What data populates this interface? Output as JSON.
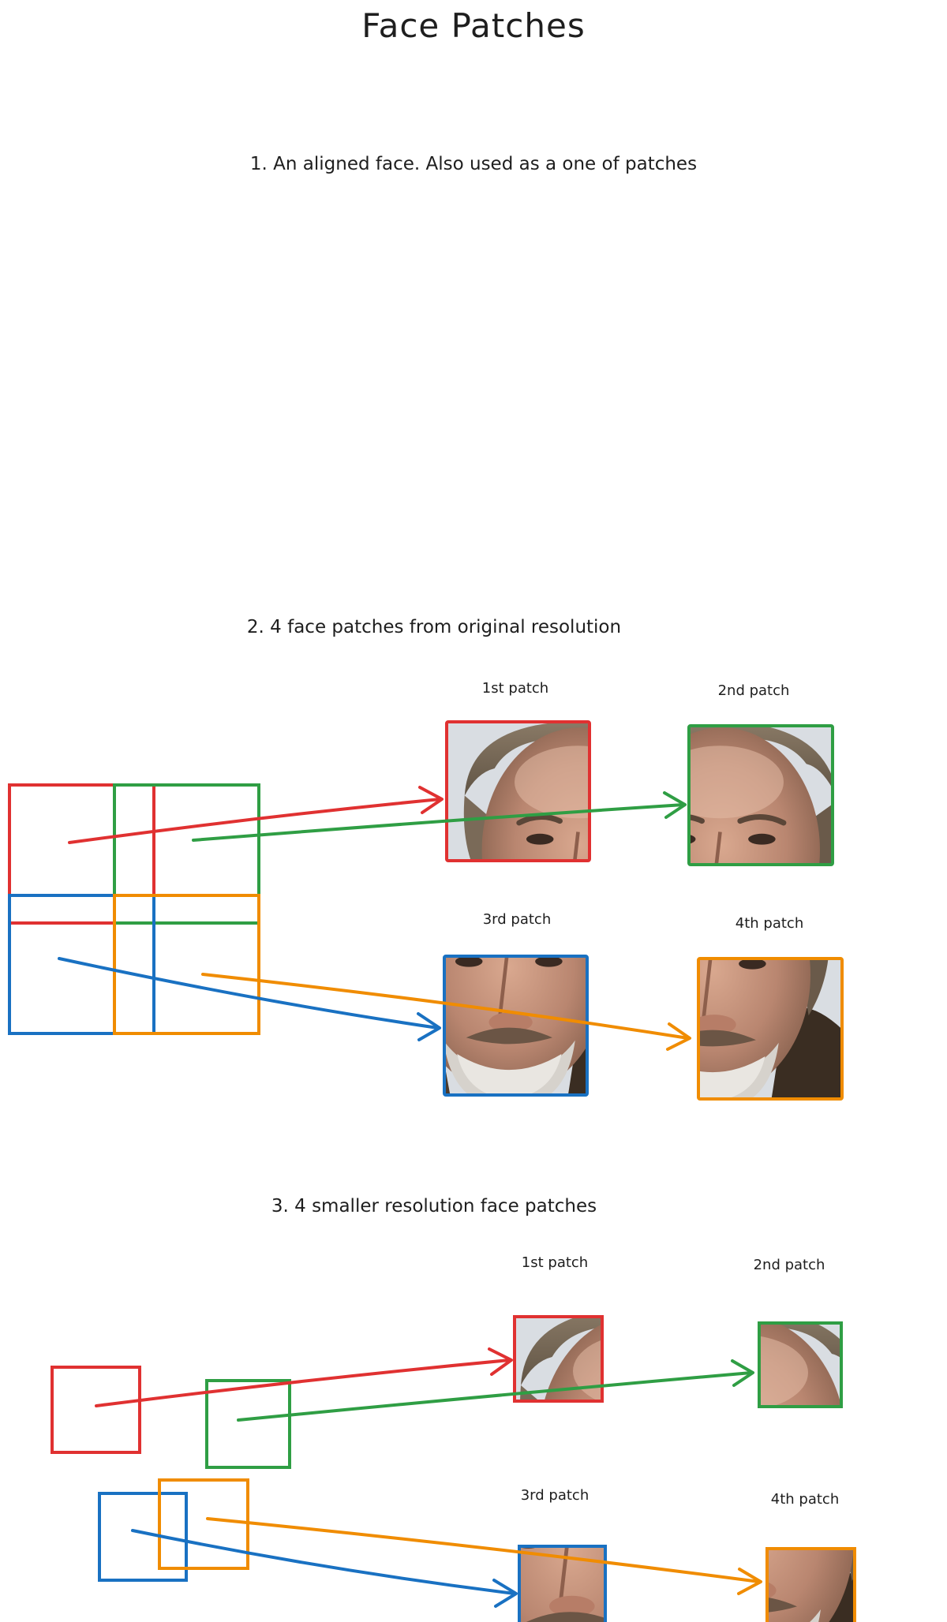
{
  "title": "Face Patches",
  "sections": [
    {
      "heading": "1. An aligned face. Also used as a one of patches"
    },
    {
      "heading": "2. 4 face patches from original resolution",
      "patch_labels": [
        "1st patch",
        "2nd patch",
        "3rd patch",
        "4th patch"
      ]
    },
    {
      "heading": "3. 4 smaller resolution face patches",
      "patch_labels": [
        "1st patch",
        "2nd patch",
        "3rd patch",
        "4th patch"
      ]
    }
  ],
  "colors": {
    "patch1": "#e03131",
    "patch2": "#2f9e44",
    "patch3": "#1971c2",
    "patch4": "#f08c00"
  }
}
